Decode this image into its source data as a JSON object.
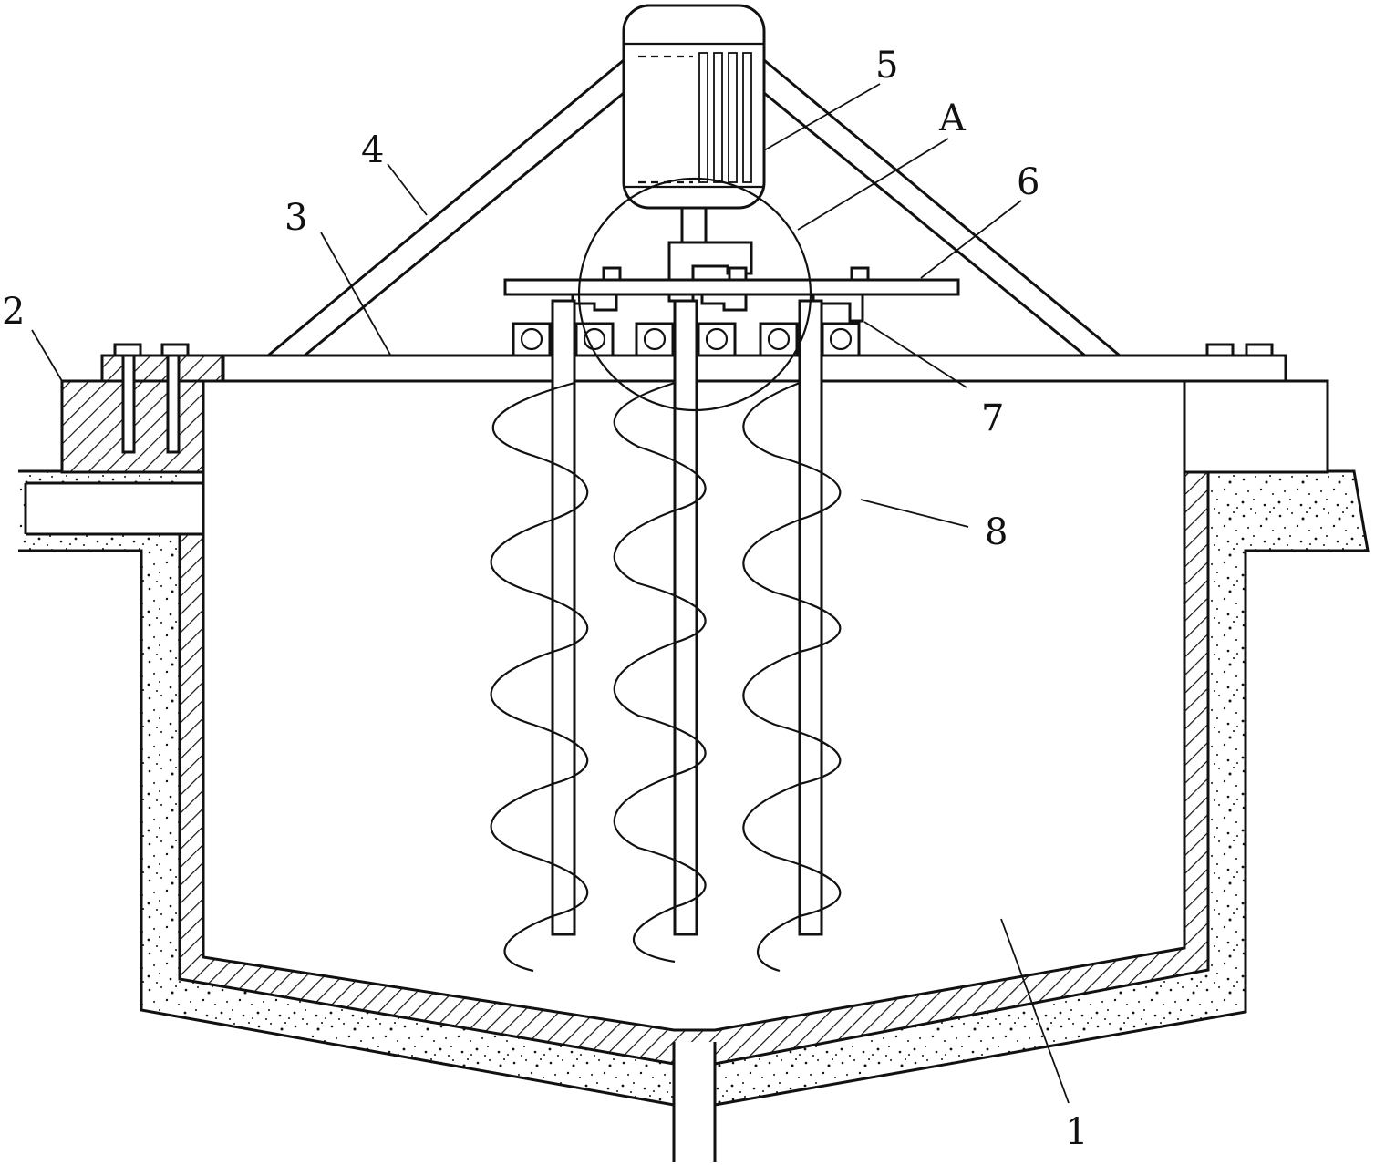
{
  "labels": {
    "l1": "1",
    "l2": "2",
    "l3": "3",
    "l4": "4",
    "l5": "5",
    "l6": "6",
    "l7": "7",
    "l8": "8",
    "lA": "A"
  },
  "colors": {
    "line": "#111111",
    "background": "#ffffff"
  }
}
